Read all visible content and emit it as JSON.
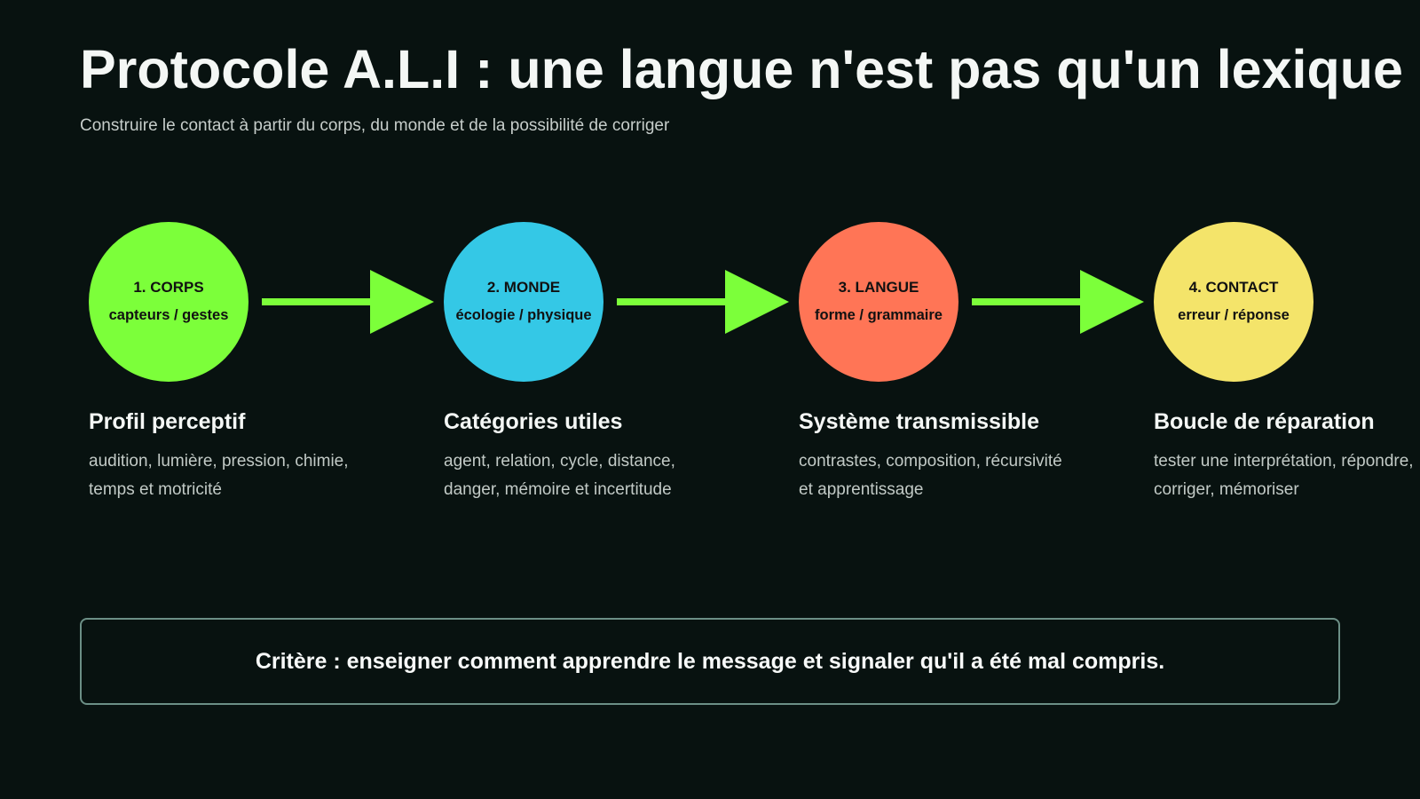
{
  "header": {
    "title": "Protocole A.L.I : une langue n'est pas qu'un lexique",
    "subtitle": "Construire le contact à partir du corps, du monde et de la possibilité de corriger"
  },
  "steps": [
    {
      "node_label": "1. CORPS",
      "node_sub": "capteurs / gestes",
      "color": "#7cff3a",
      "title": "Profil perceptif",
      "text": "audition, lumière, pression, chimie, temps et motricité"
    },
    {
      "node_label": "2. MONDE",
      "node_sub": "écologie / physique",
      "color": "#34c8e6",
      "title": "Catégories utiles",
      "text": "agent, relation, cycle, distance, danger, mémoire et incertitude"
    },
    {
      "node_label": "3. LANGUE",
      "node_sub": "forme / grammaire",
      "color": "#ff7556",
      "title": "Système transmissible",
      "text": "contrastes, composition, récursivité et apprentissage"
    },
    {
      "node_label": "4. CONTACT",
      "node_sub": "erreur / réponse",
      "color": "#f4e46a",
      "title": "Boucle de réparation",
      "text": "tester une interprétation, répondre, corriger, mémoriser"
    }
  ],
  "colors": {
    "background": "#081210",
    "arrow": "#7cff3a",
    "box_border": "#6c8f86"
  },
  "criteria": {
    "text": "Critère : enseigner comment apprendre le message et signaler qu'il a été mal compris."
  }
}
